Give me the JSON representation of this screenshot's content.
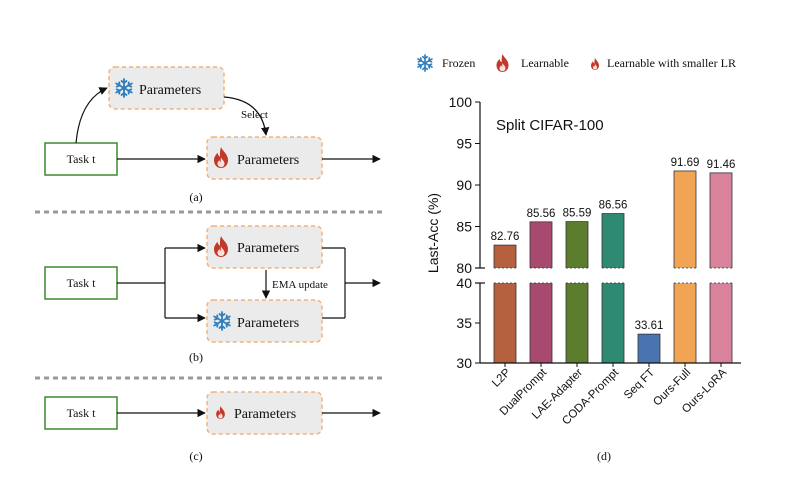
{
  "panel_a": {
    "frozen_box_label": "Parameters",
    "learnable_box_label": "Parameters",
    "task_label": "Task t",
    "select_label": "Select",
    "caption": "(a)"
  },
  "panel_b": {
    "learnable_box_label": "Parameters",
    "frozen_box_label": "Parameters",
    "task_label": "Task t",
    "ema_label": "EMA update",
    "caption": "(b)"
  },
  "panel_c": {
    "box_label": "Parameters",
    "task_label": "Task t",
    "caption": "(c)"
  },
  "legend": {
    "frozen": "Frozen",
    "learnable": "Learnable",
    "learnable_small": "Learnable with smaller LR"
  },
  "panel_d": {
    "caption": "(d)"
  },
  "icons": {
    "frozen": "snowflake-icon",
    "learnable": "flame-icon",
    "learnable_small": "small-flame-icon"
  },
  "colors": {
    "box_fill": "#ebebeb",
    "box_border": "#f2b27a",
    "task_border": "#3a8a2e",
    "snowflake": "#2f7ebd",
    "flame": "#c0392b"
  },
  "chart_data": {
    "type": "bar",
    "title": "Split CIFAR-100",
    "ylabel": "Last-Acc (%)",
    "xlabel": "",
    "categories": [
      "L2P",
      "DualPrompt",
      "LAE-Adapter",
      "CODA-Prompt",
      "Seq FT",
      "Ours-Full",
      "Ours-LoRA"
    ],
    "values": [
      82.76,
      85.56,
      85.59,
      86.56,
      33.61,
      91.69,
      91.46
    ],
    "value_labels": [
      "82.76",
      "85.56",
      "85.59",
      "86.56",
      "33.61",
      "91.69",
      "91.46"
    ],
    "colors": [
      "#b5603f",
      "#a84a6f",
      "#5d7d2e",
      "#2f8a74",
      "#4a74b0",
      "#f2a455",
      "#d9829b"
    ],
    "ylim_upper": [
      80,
      100
    ],
    "ylim_lower": [
      30,
      40
    ],
    "yticks_upper": [
      "80",
      "85",
      "90",
      "95",
      "100"
    ],
    "yticks_lower": [
      "30",
      "35",
      "40"
    ],
    "broken_axis": true,
    "grid": false
  }
}
